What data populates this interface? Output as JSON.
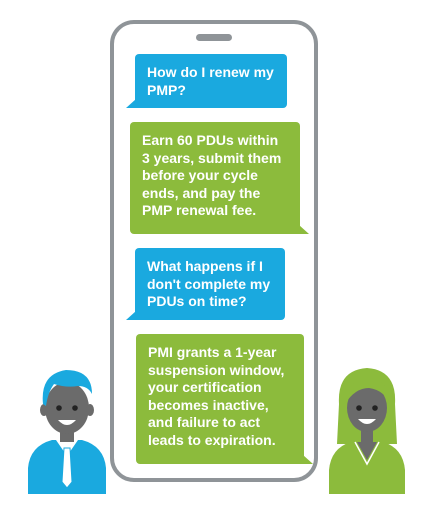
{
  "conversation": {
    "messages": [
      {
        "sender": "user",
        "text": "How do I renew my PMP?"
      },
      {
        "sender": "advisor",
        "text": "Earn 60 PDUs within 3 years, submit them before your cycle ends, and pay the PMP renewal fee."
      },
      {
        "sender": "user",
        "text": "What happens if I don't complete my PDUs on time?"
      },
      {
        "sender": "advisor",
        "text": "PMI grants a 1-year suspension window, your certification becomes inactive, and failure to act leads to expiration."
      }
    ]
  },
  "colors": {
    "user_bubble": "#1aa9df",
    "advisor_bubble": "#8cbb3c",
    "phone_frame": "#8f9498"
  },
  "icons": [
    "man-avatar-icon",
    "woman-avatar-icon"
  ]
}
